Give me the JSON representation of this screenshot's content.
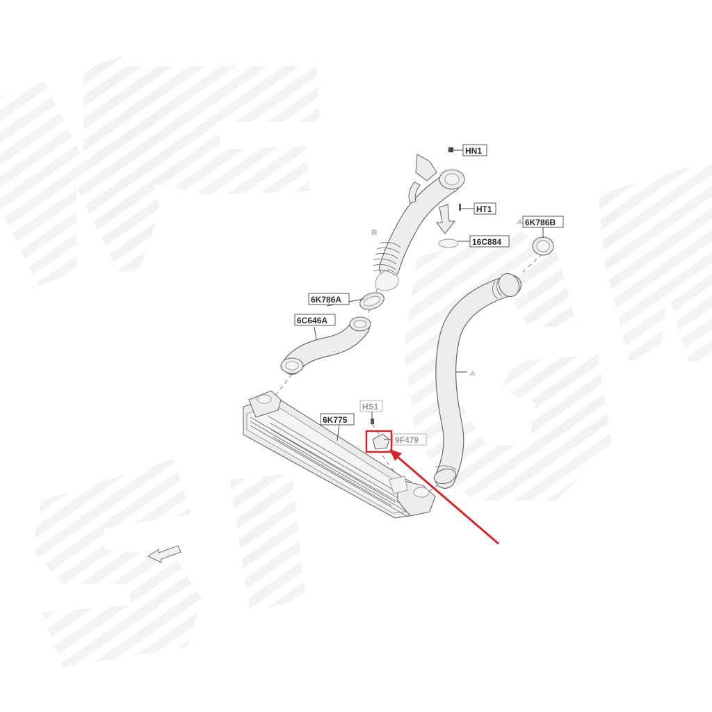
{
  "labels": {
    "hn1": "HN1",
    "ht1": "HT1",
    "c16c884": "16C884",
    "k6k786b": "6K786B",
    "k6k786a": "6K786A",
    "c6c646a": "6C646A",
    "hs1": "HS1",
    "k6k775": "6K775",
    "f9f479": "9F479"
  },
  "colors": {
    "highlight": "#d6252a",
    "line": "#6a6a6a",
    "part_fill": "#ececec",
    "watermark": "#e6e6e6"
  },
  "icons": {
    "direction_arrow": "front-direction-arrow-icon",
    "clamp": "hose-clamp-icon",
    "bolt": "bolt-icon"
  }
}
